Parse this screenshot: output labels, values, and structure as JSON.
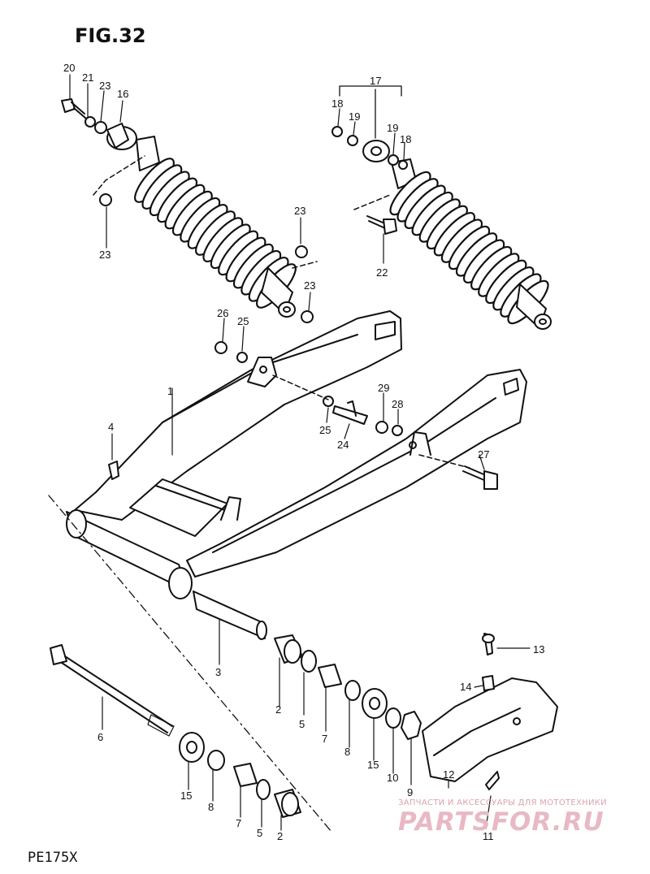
{
  "figure": {
    "title": "FIG.32",
    "model": "PE175X"
  },
  "watermark": {
    "tagline": "ЗАПЧАСТИ И АКСЕССУАРЫ ДЛЯ МОТОТЕХНИКИ",
    "logo": "PARTSFOR.RU"
  },
  "callouts": {
    "c1": "1",
    "c2a": "2",
    "c2b": "2",
    "c3": "3",
    "c4": "4",
    "c5a": "5",
    "c5b": "5",
    "c6": "6",
    "c7a": "7",
    "c7b": "7",
    "c8a": "8",
    "c8b": "8",
    "c9": "9",
    "c10": "10",
    "c11": "11",
    "c12": "12",
    "c13": "13",
    "c14": "14",
    "c15a": "15",
    "c15b": "15",
    "c16": "16",
    "c17": "17",
    "c18a": "18",
    "c18b": "18",
    "c19a": "19",
    "c19b": "19",
    "c20": "20",
    "c21": "21",
    "c22": "22",
    "c23a": "23",
    "c23b": "23",
    "c23c": "23",
    "c23d": "23",
    "c24": "24",
    "c25a": "25",
    "c25b": "25",
    "c26": "26",
    "c27": "27",
    "c28": "28",
    "c29": "29"
  }
}
